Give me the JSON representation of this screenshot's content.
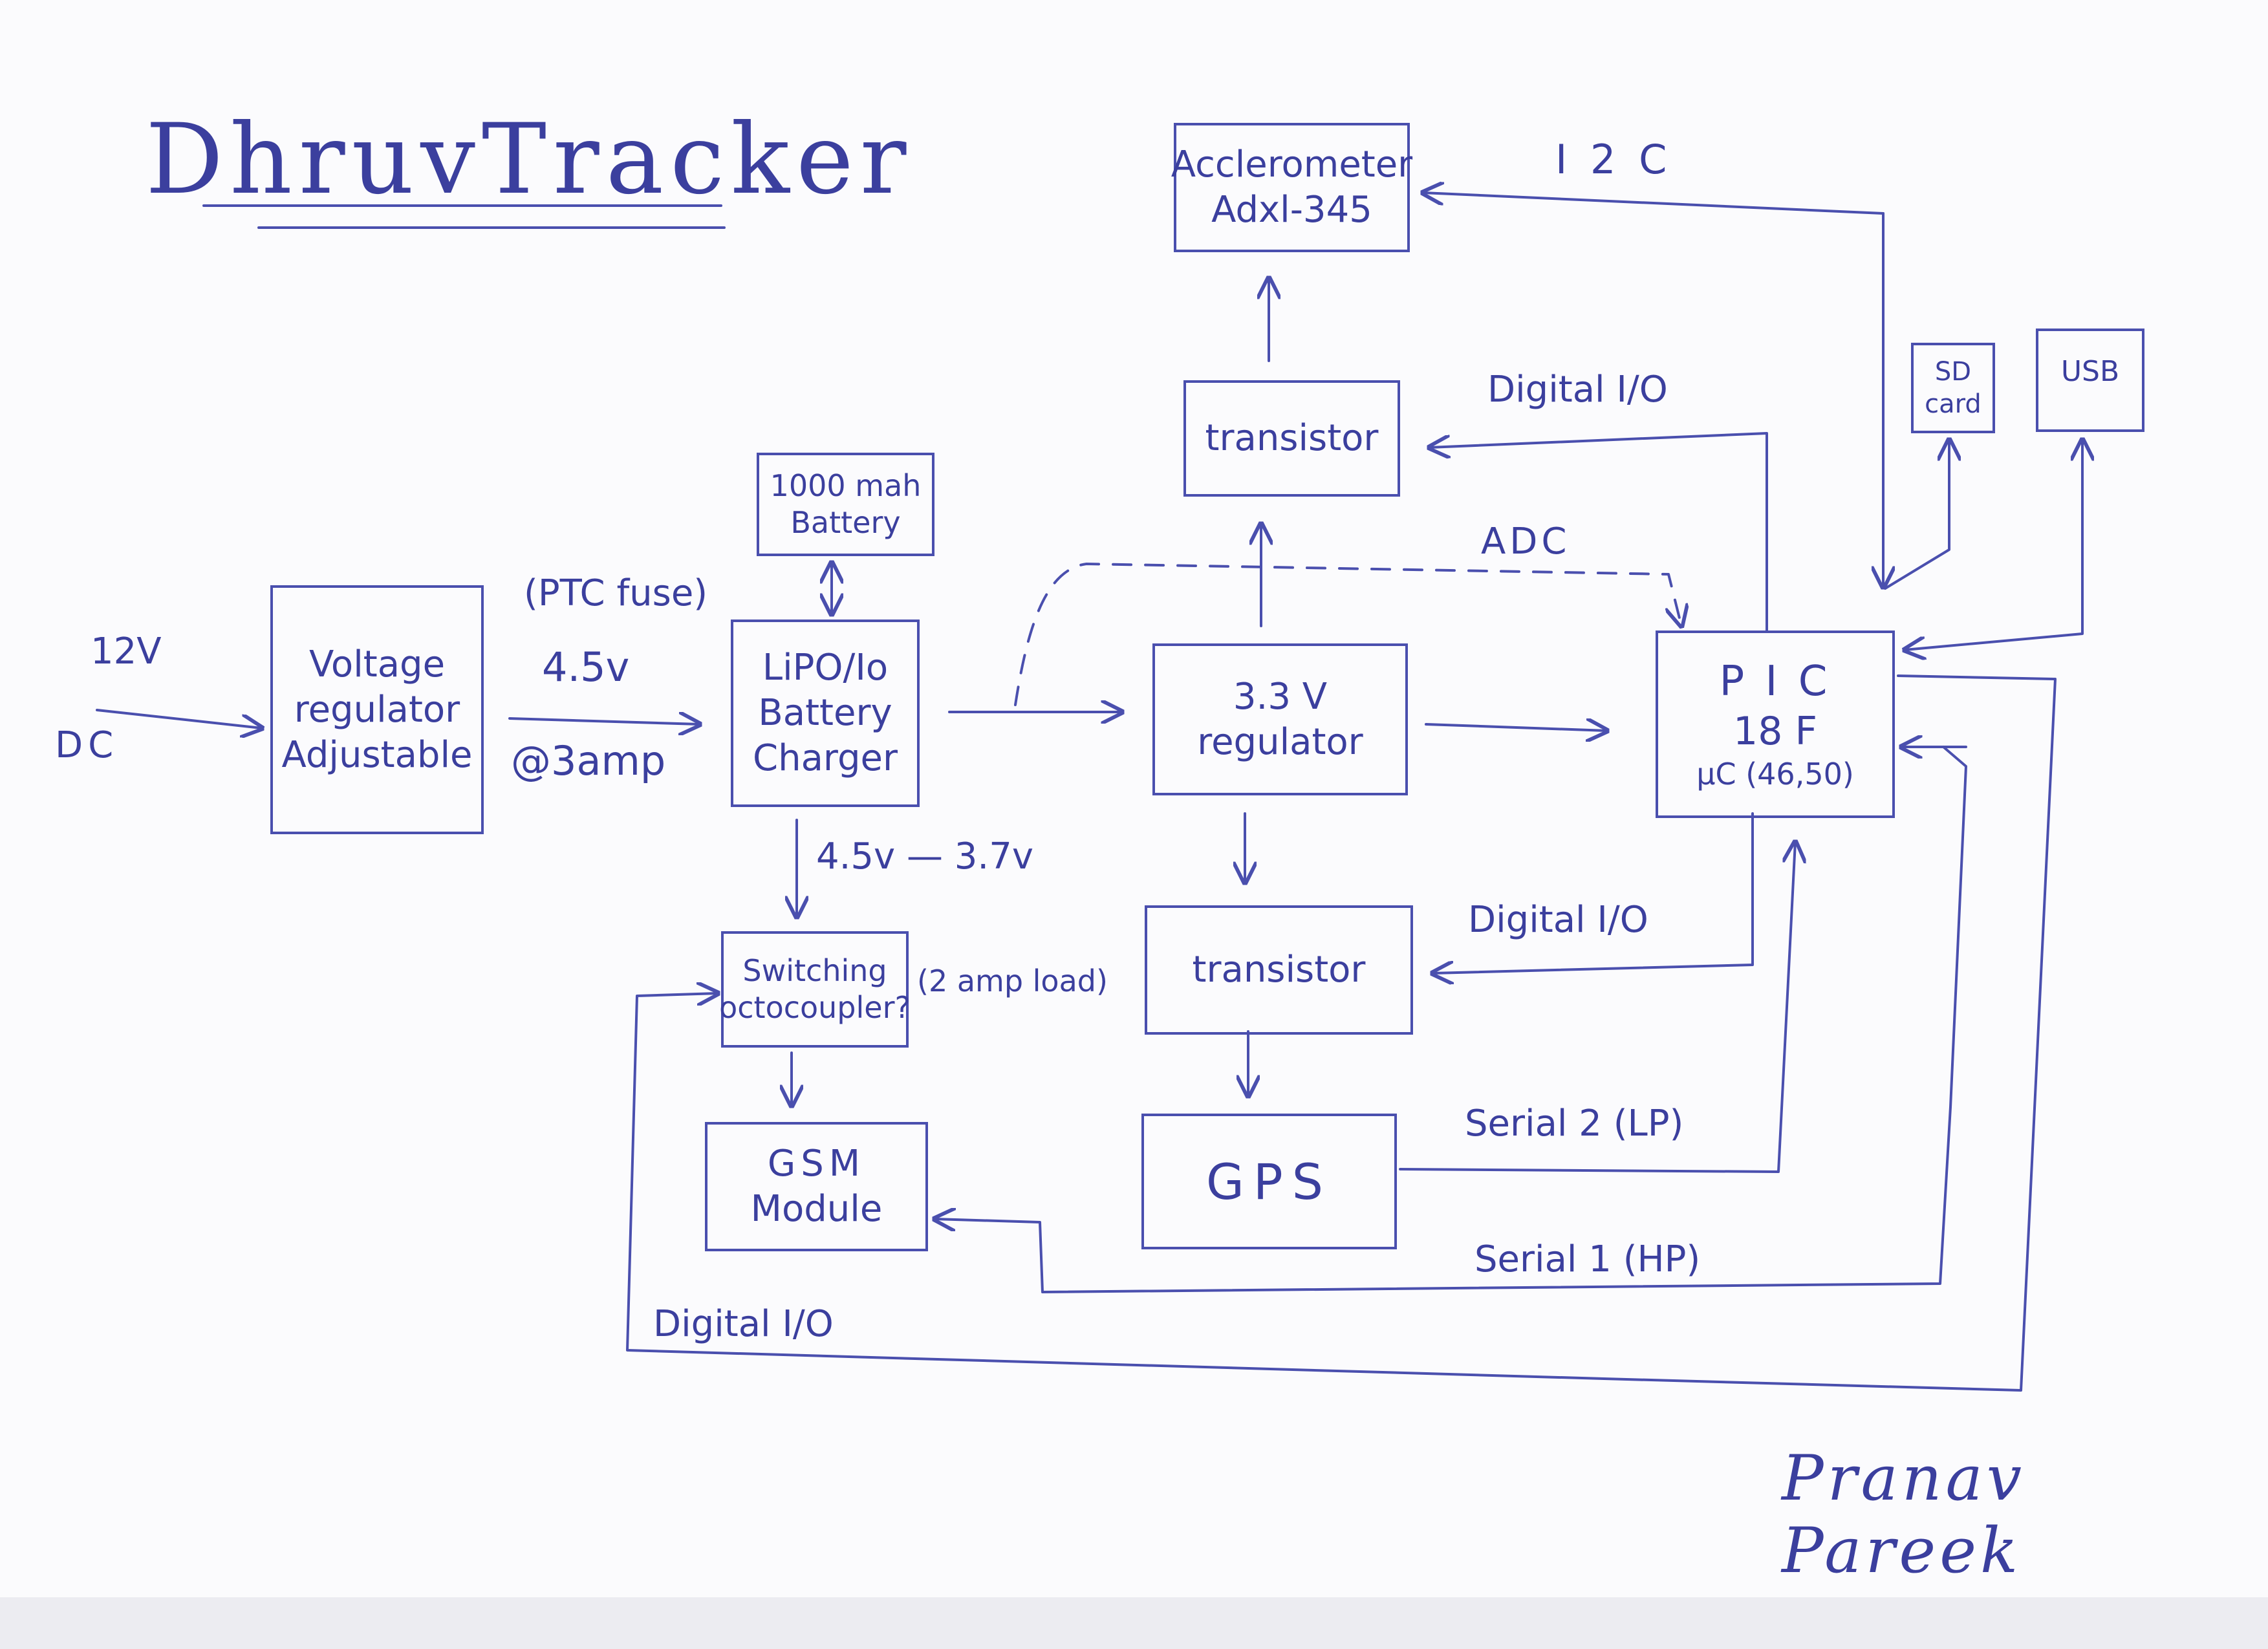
{
  "title": "DhruvTracker",
  "author": "Pranav Pareek",
  "inputs": {
    "voltage": "12V",
    "type": "DC"
  },
  "blocks": {
    "accelerometer": {
      "line1": "Acclerometer",
      "line2": "Adxl-345"
    },
    "transistor_top": "transistor",
    "sd_card": {
      "line1": "SD",
      "line2": "card"
    },
    "usb": "USB",
    "battery": {
      "line1": "1000 mah",
      "line2": "Battery"
    },
    "voltage_regulator": {
      "line1": "Voltage",
      "line2": "regulator",
      "line3": "Adjustable"
    },
    "charger": {
      "line1": "LiPO/Io",
      "line2": "Battery",
      "line3": "Charger"
    },
    "regulator_33": {
      "line1": "3.3 V",
      "line2": "regulator"
    },
    "pic": {
      "line1": "P I C",
      "line2": "18 F",
      "line3": "µC (46,50)"
    },
    "switching": {
      "line1": "Switching",
      "line2": "octocoupler?"
    },
    "transistor_bottom": "transistor",
    "gsm": {
      "line1": "GSM",
      "line2": "Module"
    },
    "gps": "GPS"
  },
  "labels": {
    "i2c": "I 2 C",
    "digital_io_top": "Digital I/O",
    "adc": "ADC",
    "ptc_fuse": "(PTC fuse)",
    "v45": "4.5v",
    "amp3": "@3amp",
    "range": "4.5v — 3.7v",
    "load": "(2 amp load)",
    "digital_io_mid": "Digital I/O",
    "serial2": "Serial 2 (LP)",
    "serial1": "Serial 1 (HP)",
    "digital_io_bottom": "Digital I/O"
  },
  "colors": {
    "ink": "#4a4fae",
    "paper": "#fbfbfd"
  }
}
